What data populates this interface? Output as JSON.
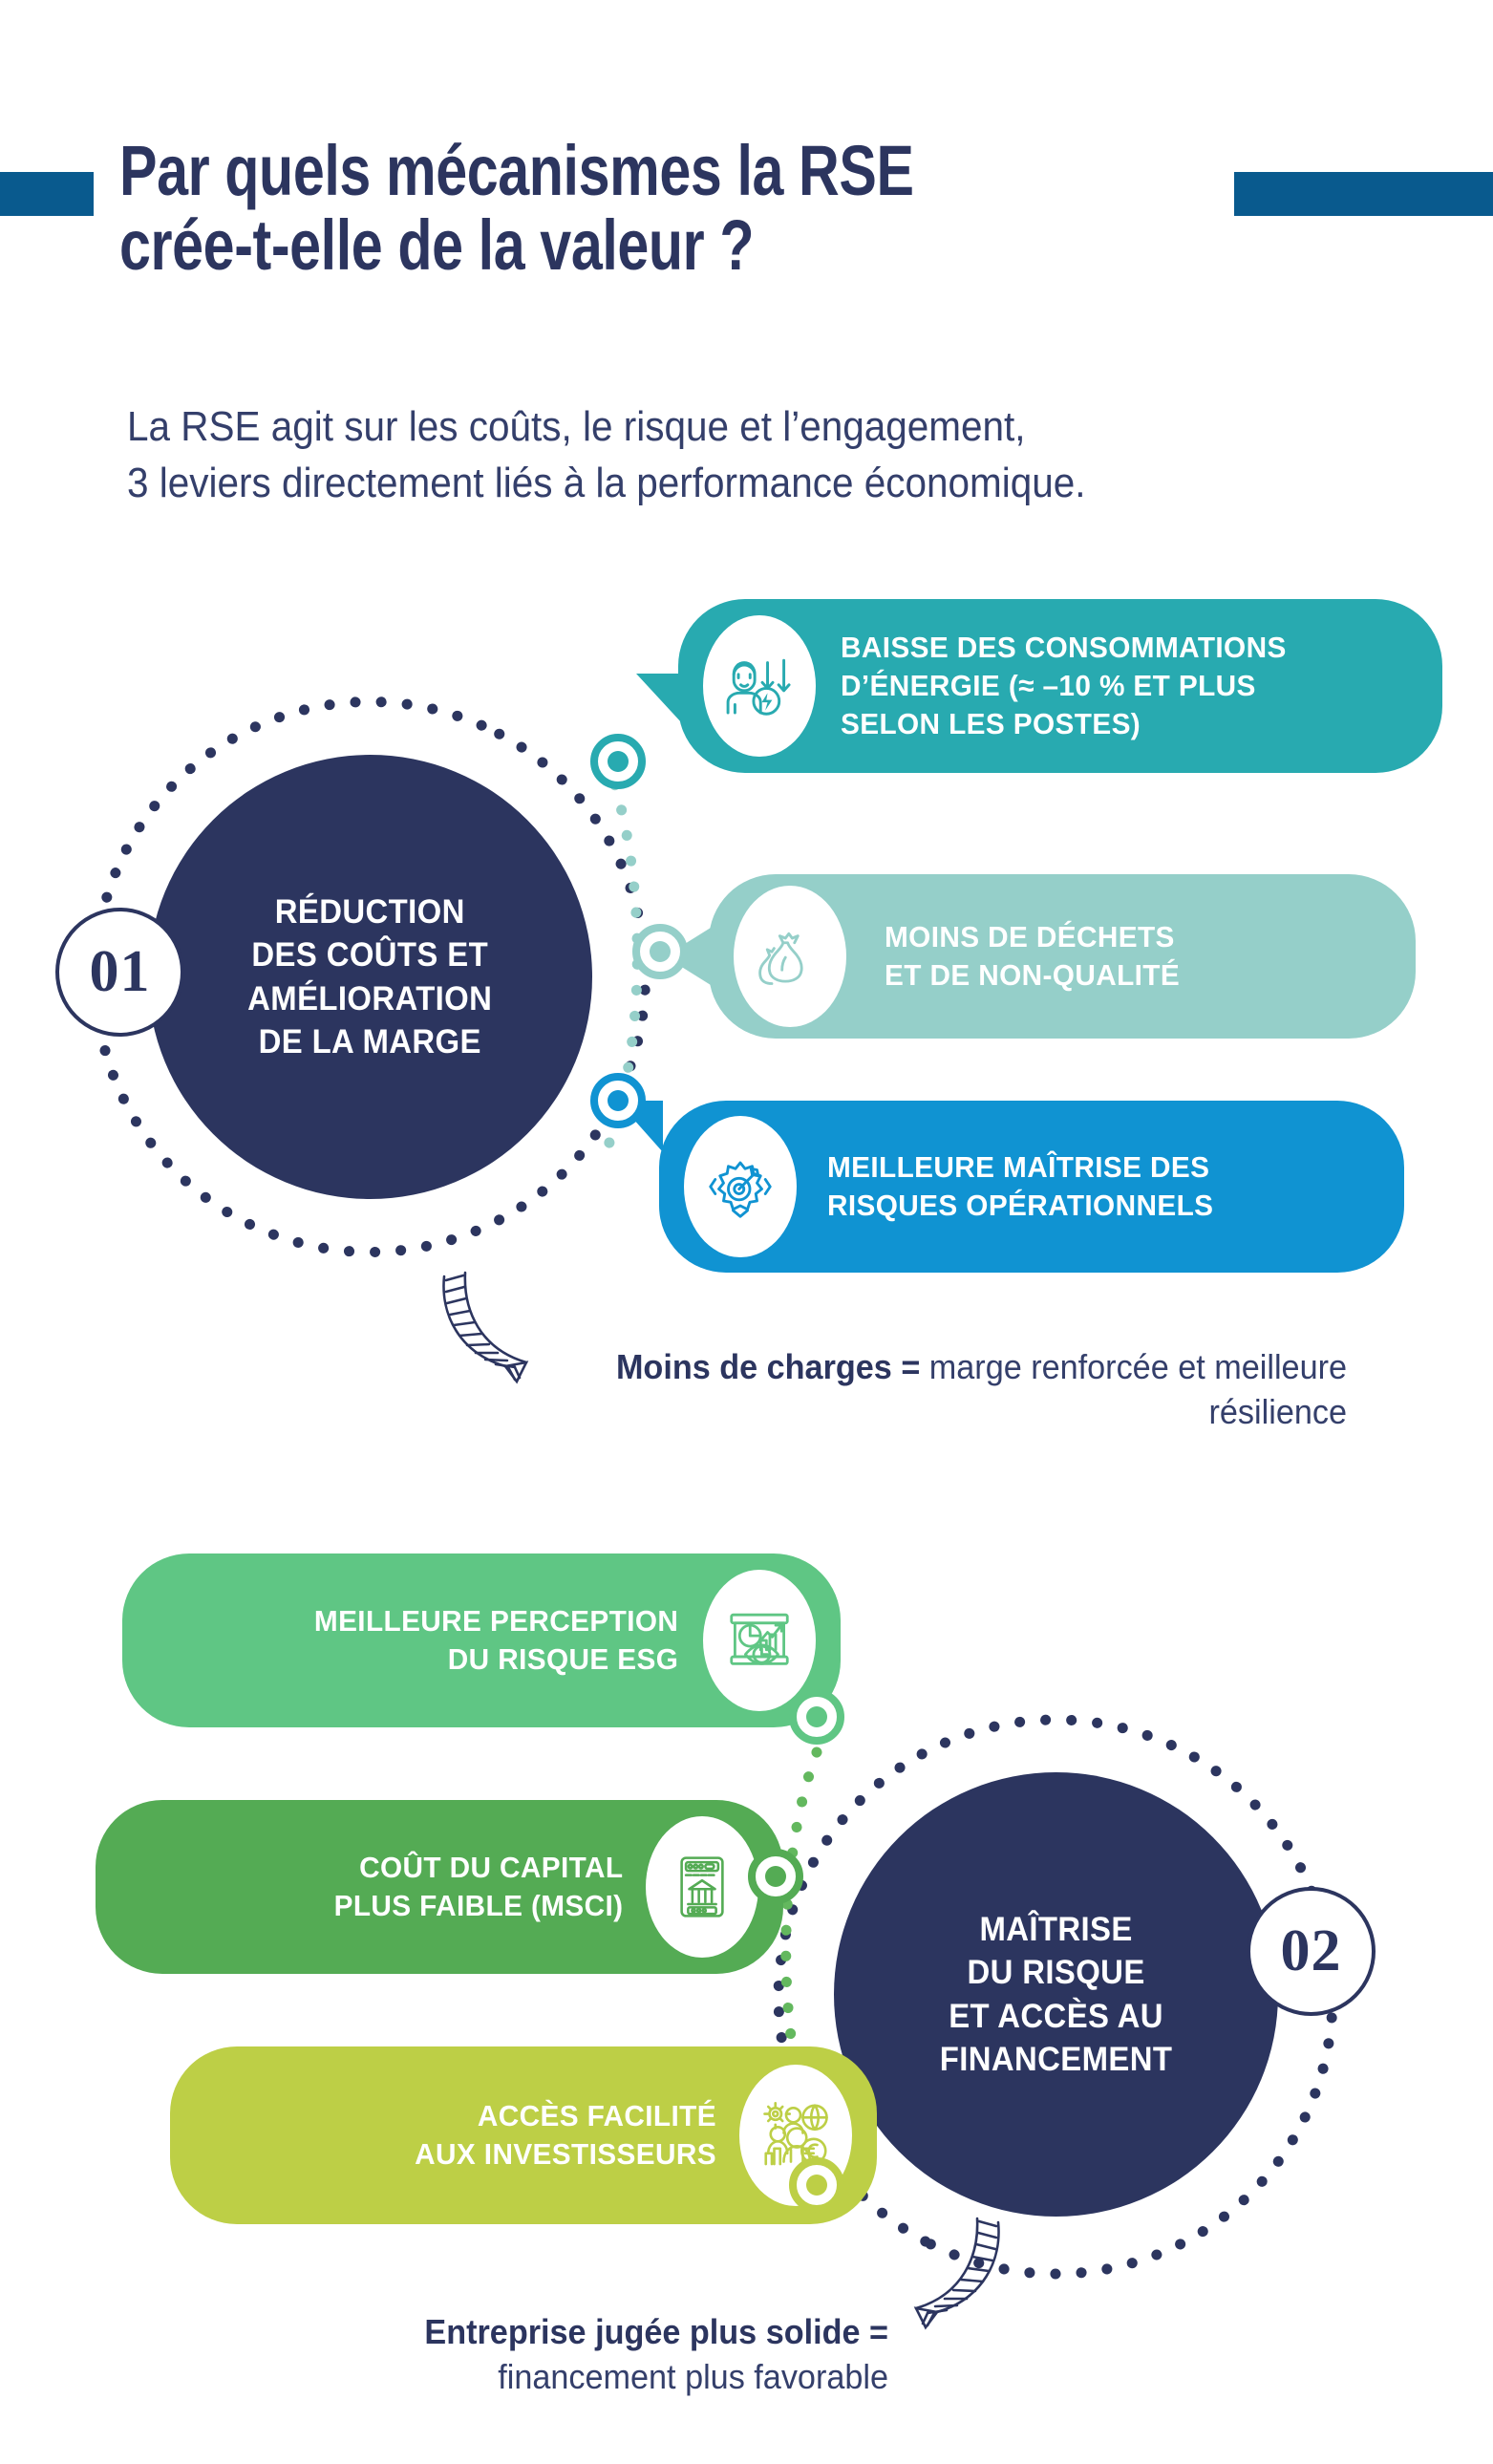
{
  "header": {
    "title": "Par quels mécanismes la RSE\ncrée-t-elle de la valeur ?",
    "subtitle": "La RSE agit sur les coûts, le risque et l’engagement,\n3 leviers directement liés à la performance économique."
  },
  "colors": {
    "navy": "#2c355f",
    "rule_blue": "#095a8e",
    "teal": "#28aab0",
    "light_teal": "#95cfc9",
    "blue": "#1093d2",
    "green_light": "#5fc684",
    "green": "#54ab54",
    "lime": "#bdcf46"
  },
  "sections": [
    {
      "number": "01",
      "hub_label": "RÉDUCTION\nDES COÛTS ET\nAMÉLIORATION\nDE LA MARGE",
      "cards": [
        {
          "text": "BAISSE DES CONSOMMATIONS\nD’ÉNERGIE (≈ –10 % ET PLUS\nSELON LES POSTES)",
          "icon": "energy-reduction-icon",
          "color": "#28aab0"
        },
        {
          "text": "MOINS DE DÉCHETS\nET DE NON-QUALITÉ",
          "icon": "waste-bags-icon",
          "color": "#95cfc9"
        },
        {
          "text": "MEILLEURE MAÎTRISE DES\nRISQUES OPÉRATIONNELS",
          "icon": "target-gear-icon",
          "color": "#1093d2"
        }
      ],
      "caption_bold": "Moins de charges =",
      "caption_rest": " marge renforcée et meilleure résilience"
    },
    {
      "number": "02",
      "hub_label": "MAÎTRISE\nDU RISQUE\nET ACCÈS AU\nFINANCEMENT",
      "cards": [
        {
          "text": "MEILLEURE PERCEPTION\nDU RISQUE ESG",
          "icon": "esg-chart-eye-icon",
          "color": "#5fc684"
        },
        {
          "text": "COÛT DU CAPITAL\nPLUS FAIBLE (MSCI)",
          "icon": "bank-mobile-icon",
          "color": "#54ab54"
        },
        {
          "text": "ACCÈS FACILITÉ\nAUX INVESTISSEURS",
          "icon": "investors-group-icon",
          "color": "#bdcf46"
        }
      ],
      "caption_bold": "Entreprise jugée plus solide =",
      "caption_rest": " financement plus favorable"
    }
  ]
}
